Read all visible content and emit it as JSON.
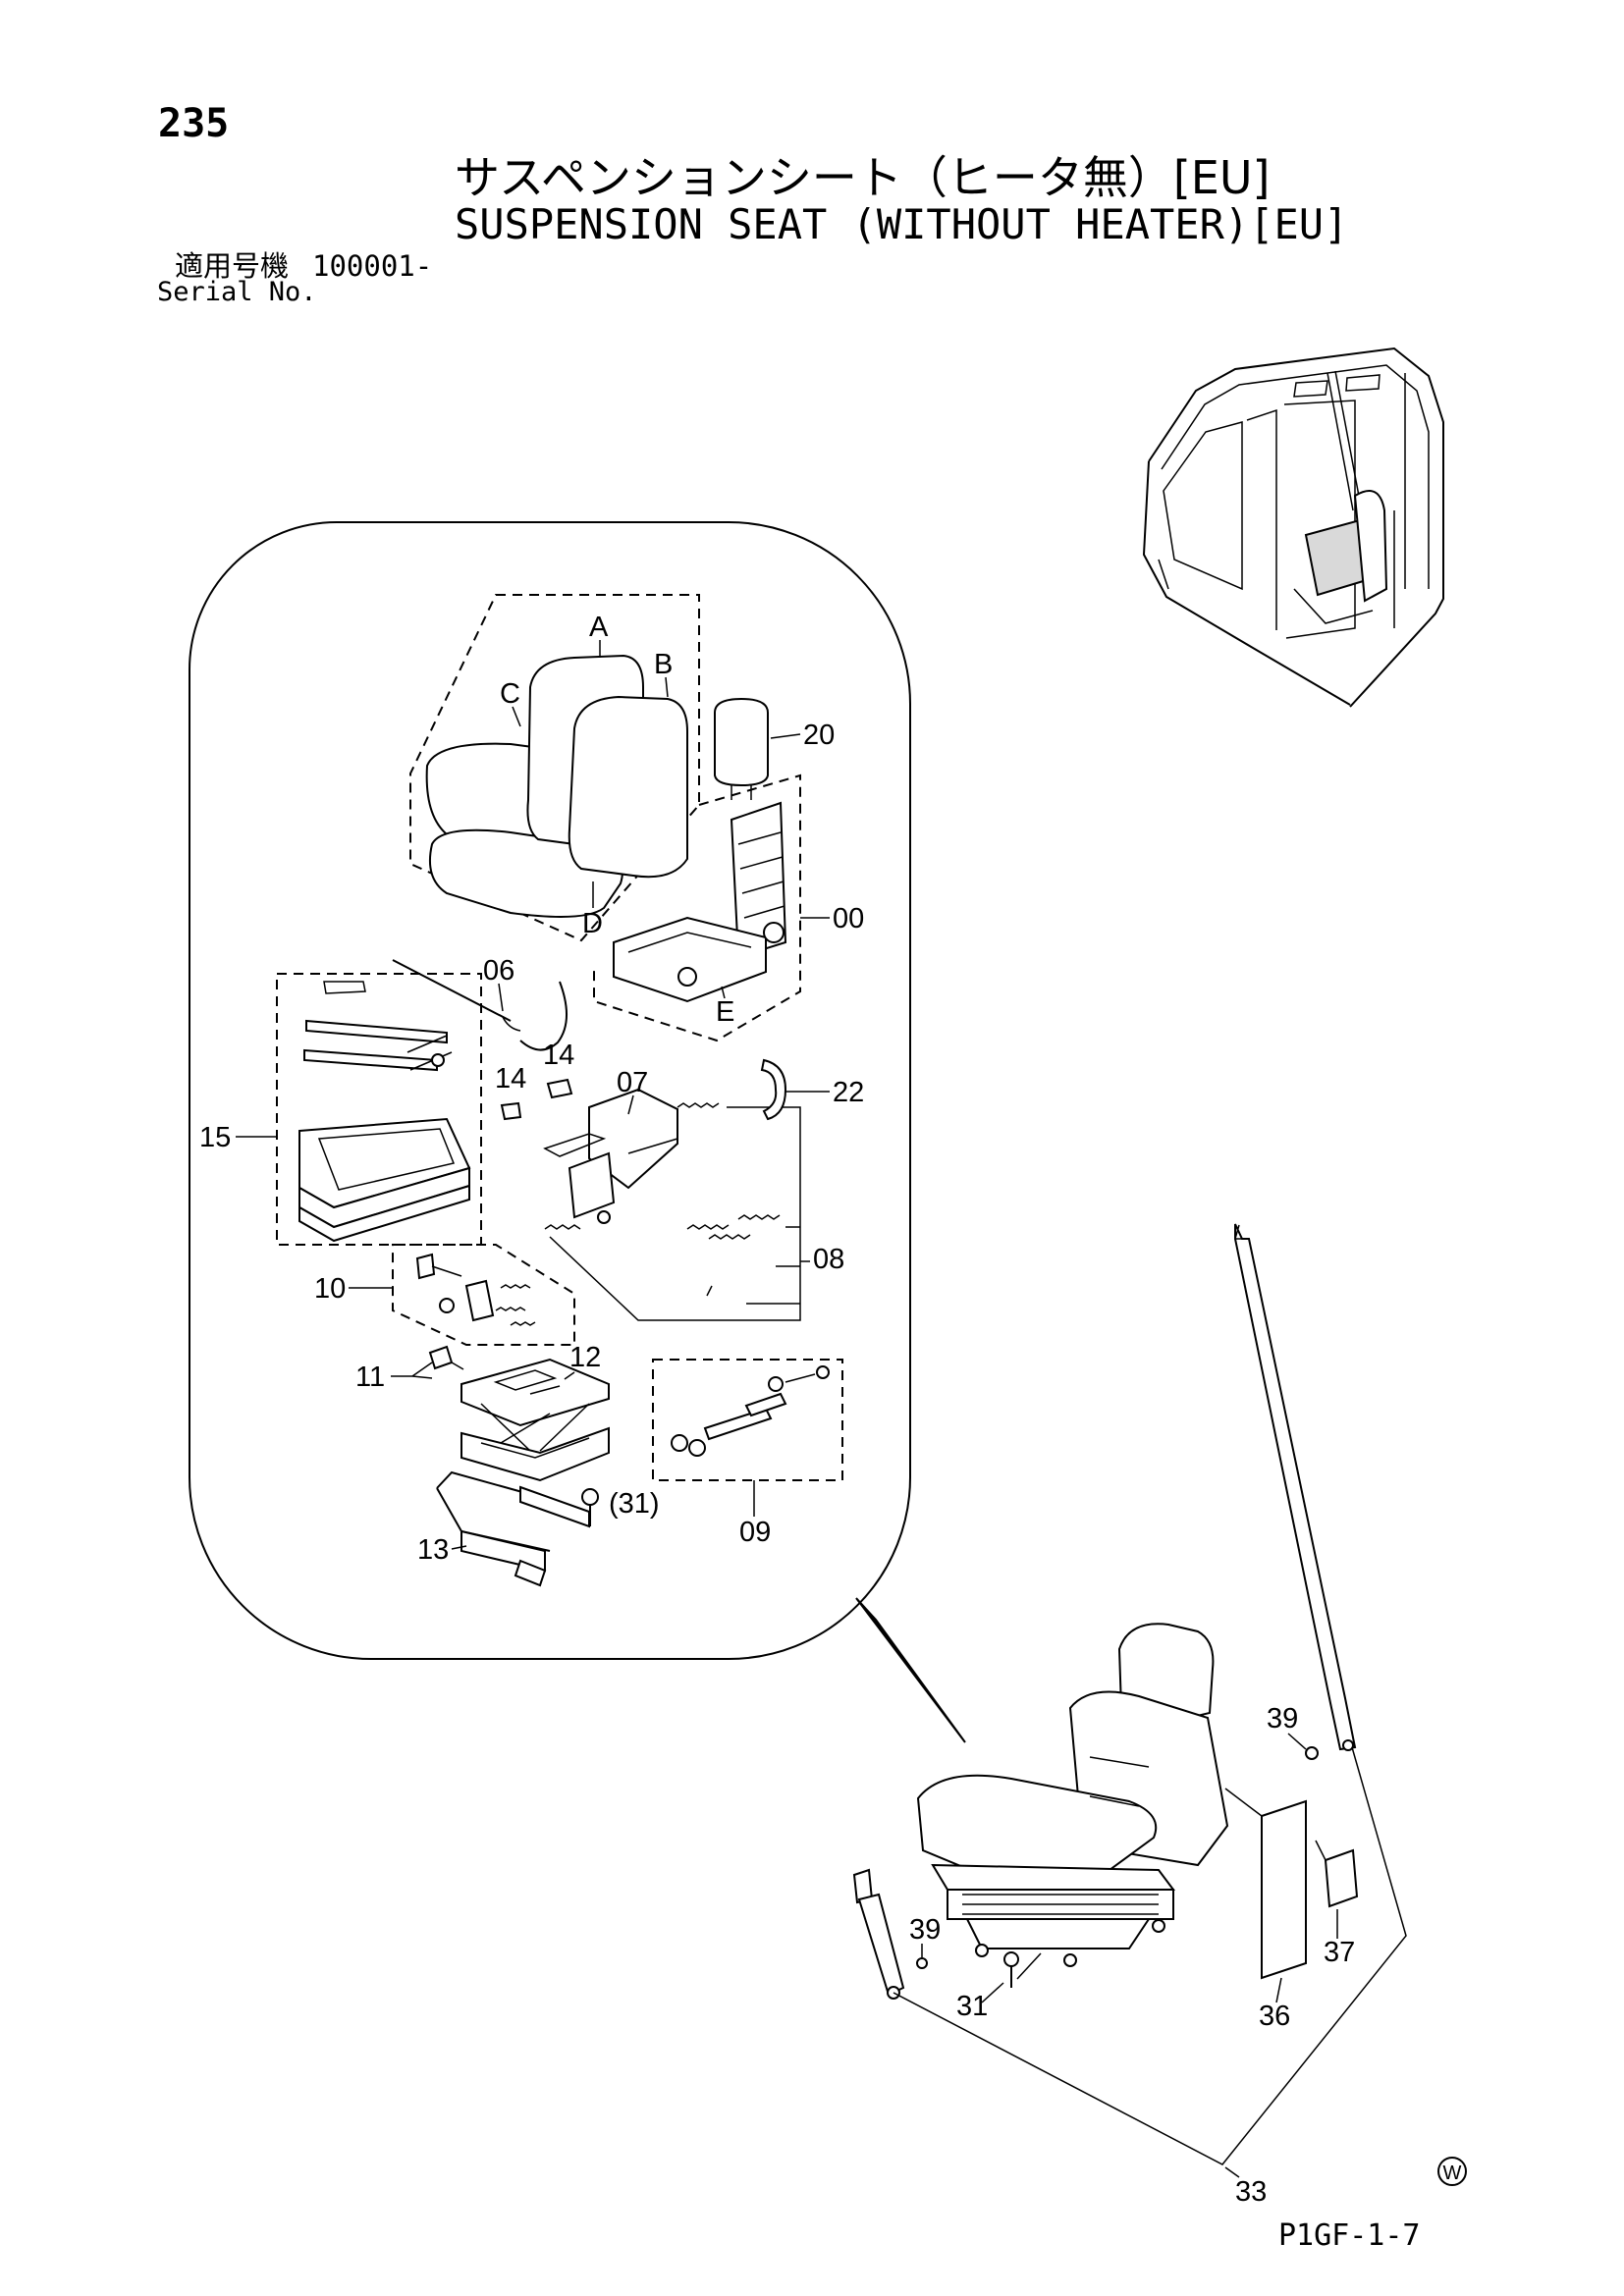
{
  "header": {
    "page_number": "235",
    "title_jp": "サスペンションシート（ヒータ無）[EU]",
    "title_en": "SUSPENSION SEAT (WITHOUT HEATER)[EU]",
    "serial_label_jp": "適用号機",
    "serial_value": "100001-",
    "serial_label_en": "Serial No."
  },
  "callouts": {
    "A": "A",
    "B": "B",
    "C": "C",
    "D": "D",
    "E": "E",
    "p00": "00",
    "p06": "06",
    "p07": "07",
    "p08": "08",
    "p09": "09",
    "p10": "10",
    "p11": "11",
    "p12": "12",
    "p13": "13",
    "p14a": "14",
    "p14b": "14",
    "p15": "15",
    "p20": "20",
    "p22": "22",
    "p31": "(31)",
    "p31b": "31",
    "p33": "33",
    "p36": "36",
    "p37": "37",
    "p39a": "39",
    "p39b": "39"
  },
  "icons": {
    "wiring_mark": "W"
  },
  "footer": {
    "figure_code": "P1GF-1-7"
  }
}
